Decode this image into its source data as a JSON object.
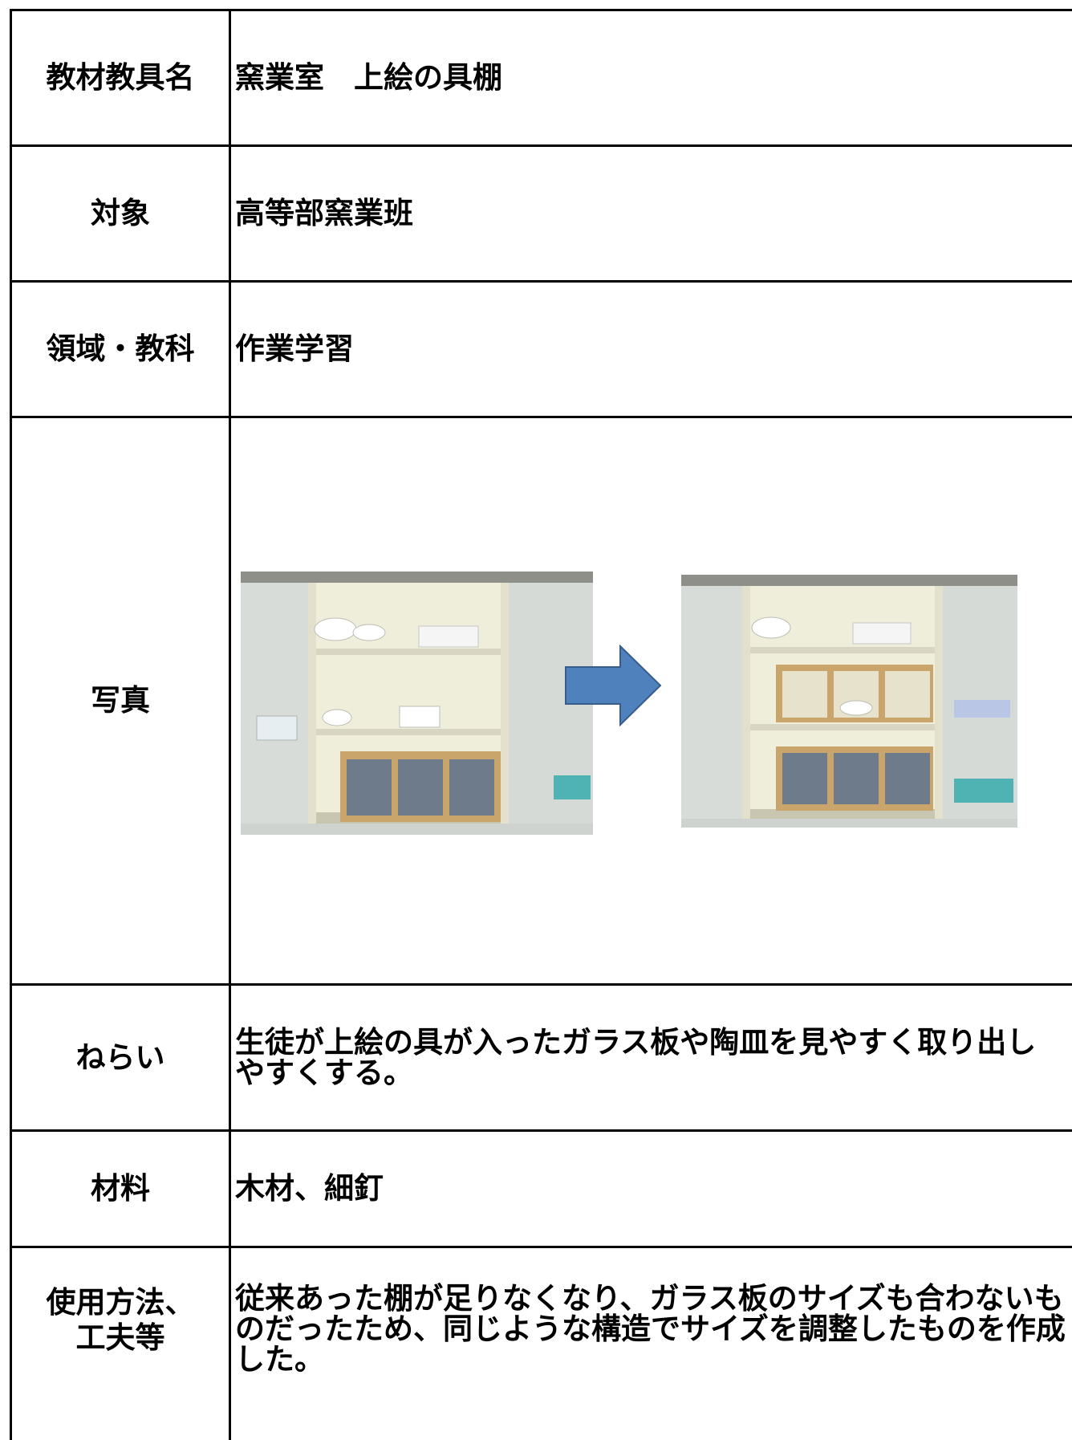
{
  "rows": {
    "name": {
      "label": "教材教具名",
      "value": "窯業室　上絵の具棚"
    },
    "target": {
      "label": "対象",
      "value": "高等部窯業班"
    },
    "field": {
      "label": "領域・教科",
      "value": "作業学習"
    },
    "photo": {
      "label": "写真"
    },
    "aim": {
      "label": "ねらい",
      "value": "生徒が上絵の具が入ったガラス板や陶皿を見やすく取り出しやすくする。"
    },
    "materials": {
      "label": "材料",
      "value": "木材、細釘"
    },
    "usage": {
      "label_line1": "使用方法、",
      "label_line2": "工夫等",
      "value": "従来あった棚が足りなくなり、ガラス板のサイズも合わないものだったため、同じような構造でサイズを調整したものを作成した。"
    }
  },
  "colors": {
    "border": "#000000",
    "arrow": "#4f81bd",
    "arrow_outline": "#385d8a",
    "cabinet": "#efeedb",
    "shelf_wood": "#c9a46b"
  }
}
